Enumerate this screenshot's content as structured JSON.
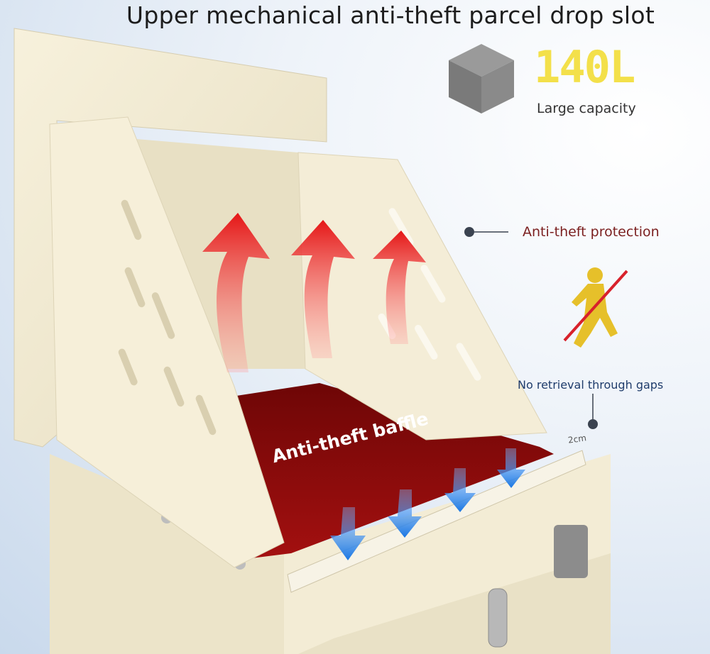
{
  "title": "Upper mechanical anti-theft parcel drop slot",
  "capacity": {
    "value": "140L",
    "label": "Large capacity",
    "icon": "box-icon"
  },
  "callouts": {
    "anti_theft": "Anti-theft protection",
    "no_retrieval": "No retrieval through gaps",
    "gap_size": "2cm",
    "baffle": "Anti-theft baffle"
  },
  "icons": {
    "no_thief": "no-thief-icon",
    "up_arrows": "up-arrow-icon",
    "down_arrows": "down-arrow-icon"
  },
  "colors": {
    "cabinet": "#f1ead2",
    "baffle": "#8a0a0a",
    "up_arrow": "#e11a1a",
    "down_arrow": "#1a7ee6",
    "capacity": "#f3e04a",
    "warning": "#e0b81f"
  }
}
